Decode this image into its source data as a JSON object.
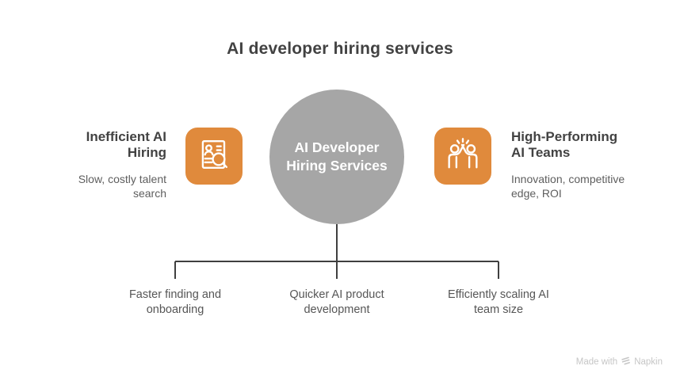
{
  "title": "AI developer hiring services",
  "center_node": {
    "label": "AI Developer\nHiring Services",
    "shape": "circle"
  },
  "left_item": {
    "heading": "Inefficient AI\nHiring",
    "description": "Slow, costly talent\nsearch",
    "icon": "resume-search-icon"
  },
  "right_item": {
    "heading": "High-Performing\nAI Teams",
    "description": "Innovation, competitive\nedge, ROI",
    "icon": "high-five-icon"
  },
  "outcomes": [
    {
      "label": "Faster finding and\nonboarding"
    },
    {
      "label": "Quicker AI product\ndevelopment"
    },
    {
      "label": "Efficiently scaling AI\nteam size"
    }
  ],
  "footer": {
    "made_with": "Made with",
    "brand": "Napkin",
    "icon": "napkin-logo-icon"
  },
  "colors": {
    "accent_orange": "#E08A3C",
    "node_gray": "#A6A6A6",
    "heading_text": "#424242",
    "body_text": "#5E5E5E",
    "line": "#3F3F3F",
    "footer_text": "#C6C6C6"
  }
}
